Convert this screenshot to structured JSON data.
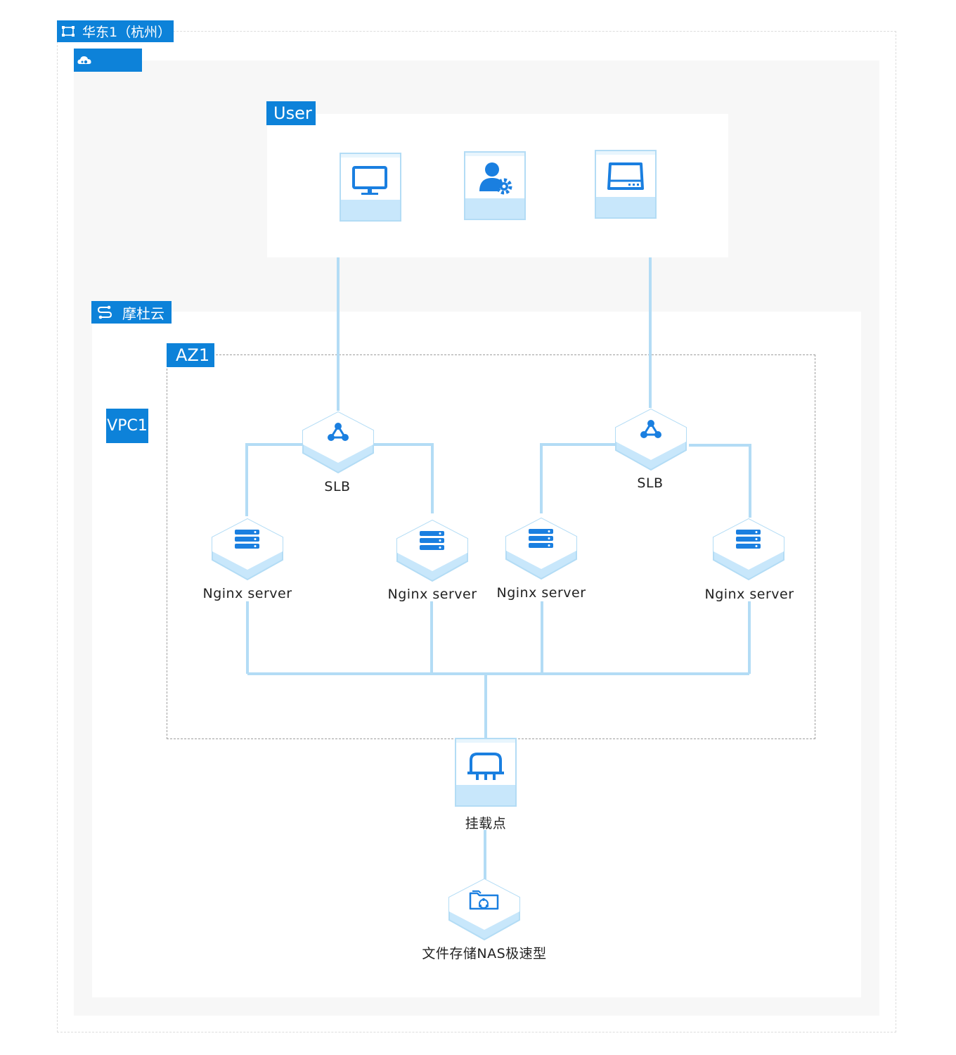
{
  "region": {
    "title": "华东1（杭州）",
    "icon": "region-icon"
  },
  "cloud": {
    "icon": "cloud-icon",
    "label": ""
  },
  "user_group": {
    "title": "User",
    "devices": [
      {
        "name": "desktop-icon"
      },
      {
        "name": "user-settings-icon"
      },
      {
        "name": "storage-device-icon"
      }
    ]
  },
  "vpc_group": {
    "title": "摩杜云",
    "icon": "vpc-route-icon",
    "vpc_label": "VPC1"
  },
  "zone": {
    "title": "AZ1"
  },
  "slb": [
    {
      "label": "SLB"
    },
    {
      "label": "SLB"
    }
  ],
  "servers": [
    {
      "label": "Nginx server"
    },
    {
      "label": "Nginx server"
    },
    {
      "label": "Nginx server"
    },
    {
      "label": "Nginx server"
    }
  ],
  "mount": {
    "label": "挂载点",
    "icon": "mount-point-icon"
  },
  "nas": {
    "label": "文件存储NAS极速型",
    "icon": "nas-icon"
  },
  "colors": {
    "accent": "#0d82d9",
    "link": "#b3dcf5",
    "icon": "#1a7fe0",
    "tile_light": "#dff1fd"
  }
}
